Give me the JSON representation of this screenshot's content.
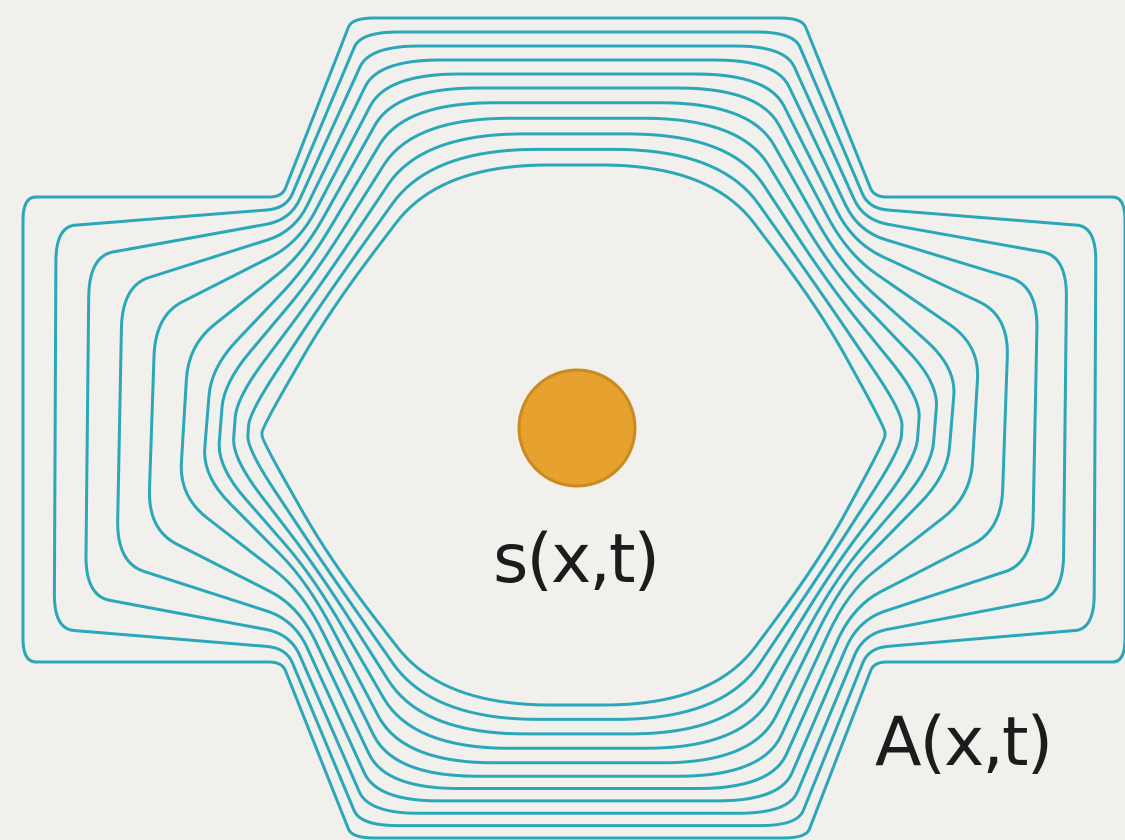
{
  "diagram": {
    "source_label": "s(x,t)",
    "field_label": "A(x,t)",
    "colors": {
      "background": "#f1f0ec",
      "contour": "#2aa7b8",
      "source_fill": "#e6a12e",
      "source_stroke": "#c98a1f",
      "text": "#1c1c1c"
    },
    "contour_count": 11
  }
}
